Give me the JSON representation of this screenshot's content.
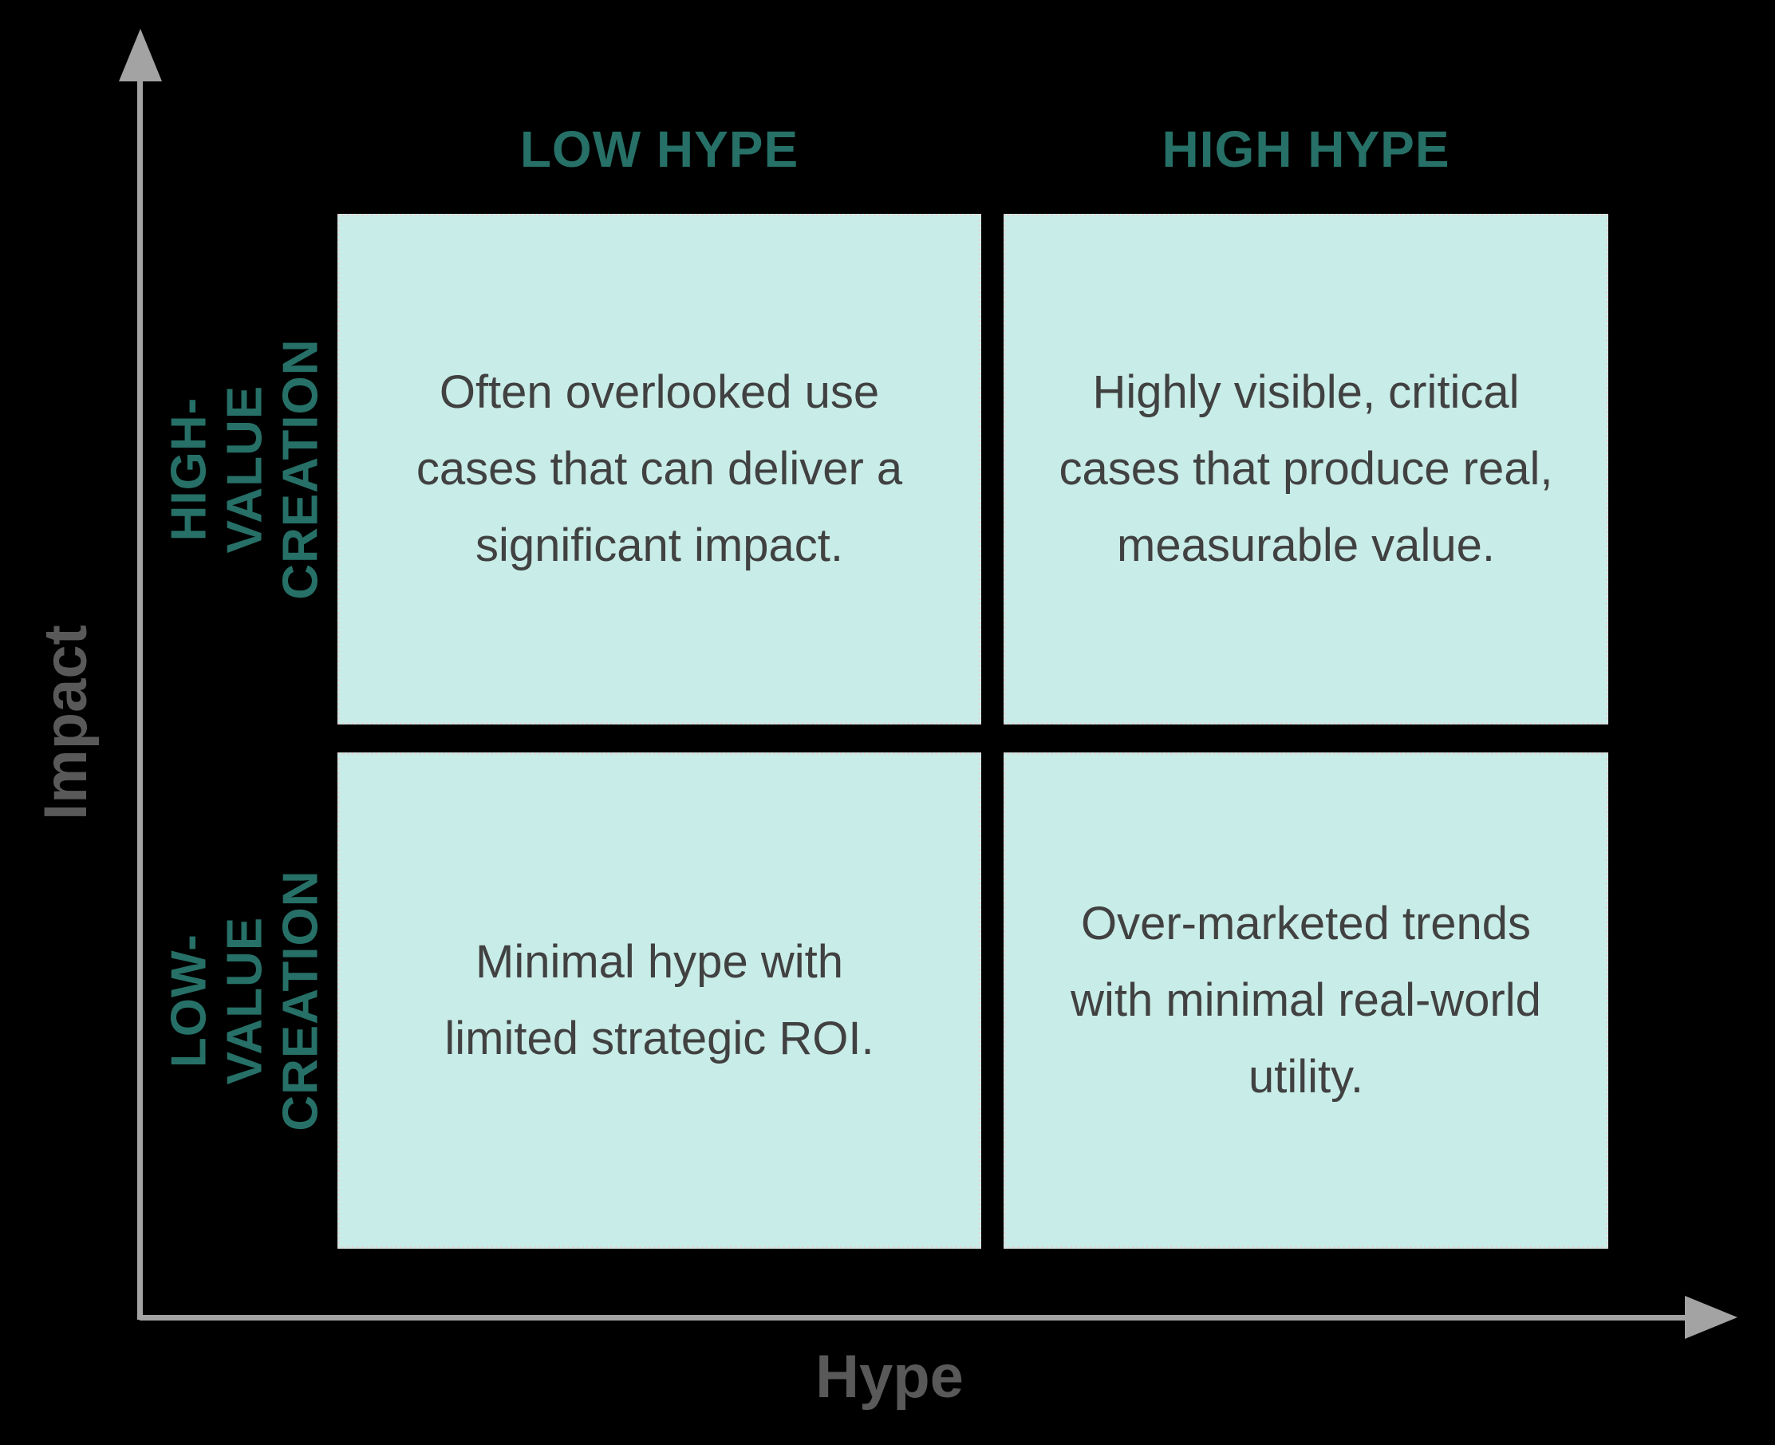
{
  "matrix": {
    "y_axis": {
      "label": "Impact"
    },
    "x_axis": {
      "label": "Hype"
    },
    "columns": [
      {
        "label": "LOW HYPE"
      },
      {
        "label": "HIGH HYPE"
      }
    ],
    "rows": [
      {
        "label": "HIGH-VALUE\nCREATION"
      },
      {
        "label": "LOW-VALUE\nCREATION"
      }
    ],
    "quadrants": [
      {
        "id": "low-hype-high-value",
        "text": "Often overlooked use\ncases that can deliver a\nsignificant impact."
      },
      {
        "id": "high-hype-high-value",
        "text": "Highly visible, critical\ncases that produce real,\nmeasurable value."
      },
      {
        "id": "low-hype-low-value",
        "text": "Minimal hype with\nlimited strategic ROI."
      },
      {
        "id": "high-hype-low-value",
        "text": "Over-marketed trends\nwith minimal real-world\nutility."
      }
    ],
    "colors": {
      "accent_teal": "#267067",
      "quadrant_fill": "#c8ece7",
      "quadrant_border": "#ded9d9",
      "axis_gray": "#a3a3a3",
      "axis_label_gray": "#595959",
      "body_text": "#414141",
      "background": "#000000"
    }
  }
}
